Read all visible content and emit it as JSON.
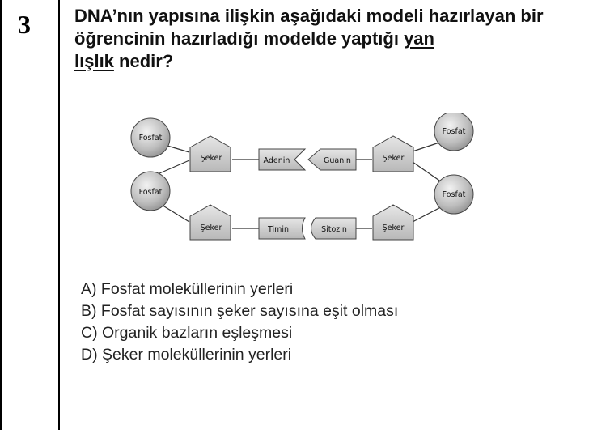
{
  "question": {
    "number": "3",
    "stem_part1": "DNA’nın yapısına ilişkin aşağıdaki modeli hazırla­yan bir öğrencinin hazırladığı modelde yaptığı ",
    "stem_ul1": "yan­",
    "stem_ul2": "lışlık",
    "stem_part2": " nedir?"
  },
  "diagram": {
    "labels": {
      "fosfat": "Fosfat",
      "seker": "Şeker",
      "adenin": "Adenin",
      "guanin": "Guanin",
      "timin": "Timin",
      "sitozin": "Sitozin"
    }
  },
  "options": [
    "A) Fosfat moleküllerinin yerleri",
    "B) Fosfat sayısının şeker sayısına eşit olması",
    "C) Organik bazların eşleşmesi",
    "D) Şeker moleküllerinin yerleri"
  ]
}
